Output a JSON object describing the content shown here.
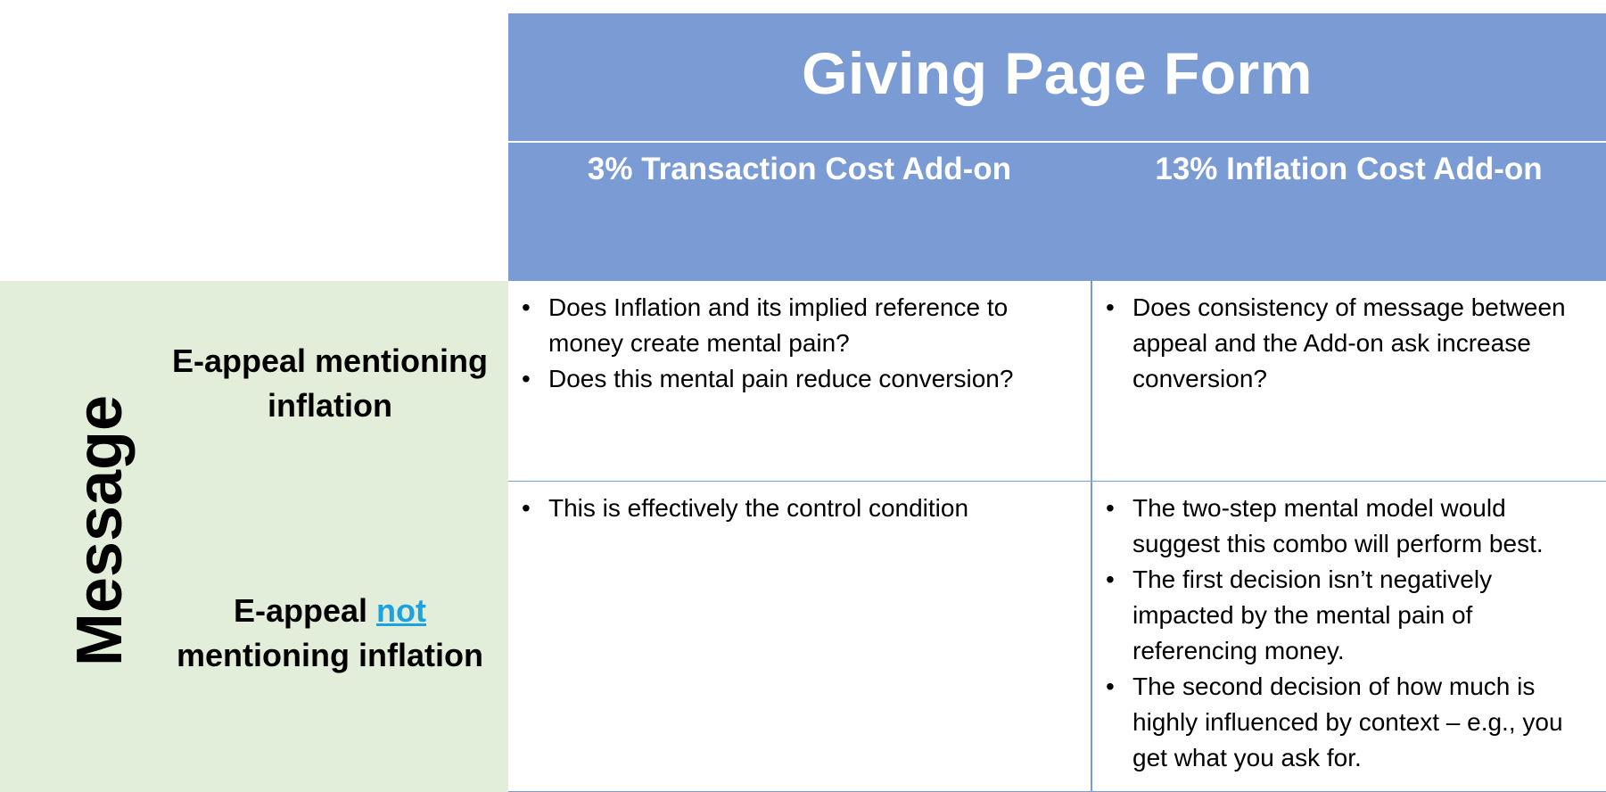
{
  "header": {
    "title": "Giving Page Form",
    "columns": [
      "3% Transaction Cost Add-on",
      "13% Inflation Cost Add-on"
    ]
  },
  "rows_axis_label": "Message",
  "rows": [
    {
      "label_line1": "E-appeal mentioning",
      "label_line2": "inflation"
    },
    {
      "label_prefix": "E-appeal ",
      "label_highlight": "not",
      "label_line2": "mentioning inflation"
    }
  ],
  "cells": {
    "r1c1": [
      "Does Inflation and its implied reference to money create mental pain?",
      "Does this mental pain reduce conversion?"
    ],
    "r1c2": [
      "Does consistency of message between appeal and the Add-on ask increase conversion?"
    ],
    "r2c1": [
      "This is effectively the control condition"
    ],
    "r2c2": [
      "The two-step mental model would suggest this combo will perform best.",
      "The first decision isn’t negatively impacted by the mental pain of referencing money.",
      "The second decision of how much is highly influenced by context – e.g., you get what you ask for."
    ]
  },
  "colors": {
    "header": "#7b9bd4",
    "side": "#e2eed9",
    "highlight": "#1aa3e0"
  }
}
